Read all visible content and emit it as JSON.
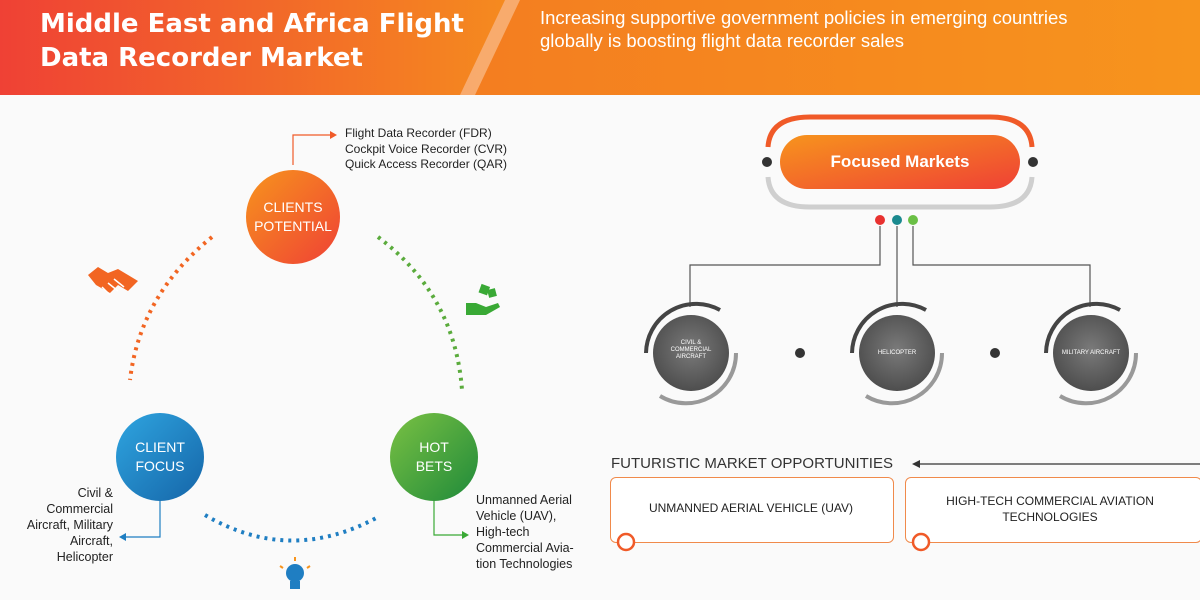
{
  "header": {
    "title_line1": "Middle East and Africa Flight",
    "title_line2": "Data Recorder Market",
    "subtitle_line1": "Increasing supportive government policies in emerging countries",
    "subtitle_line2": "globally is boosting flight data recorder sales"
  },
  "cycle": {
    "clients_potential": "CLIENTS\nPOTENTIAL",
    "client_focus": "CLIENT\nFOCUS",
    "hot_bets": "HOT\nBETS",
    "recorder_types": [
      "Flight Data Recorder (FDR)",
      "Cockpit Voice Recorder (CVR)",
      "Quick Access Recorder (QAR)"
    ],
    "client_focus_details": "Civil &\nCommercial\nAircraft, Military\nAircraft,\nHelicopter",
    "hot_bets_details": "Unmanned Aerial\nVehicle (UAV),\nHigh-tech\nCommercial Avia-\ntion Technologies"
  },
  "focused_markets": {
    "title": "Focused Markets",
    "markets": [
      "CIVIL &\nCOMMERCIAL\nAIRCRAFT",
      "HELICOPTER",
      "MILITARY AIRCRAFT"
    ]
  },
  "opportunities": {
    "title": "FUTURISTIC MARKET OPPORTUNITIES",
    "items": [
      "UNMANNED AERIAL VEHICLE (UAV)",
      "HIGH-TECH COMMERCIAL AVIATION\nTECHNOLOGIES"
    ]
  },
  "colors": {
    "orange": "#f05a28",
    "orange_light": "#f7941d",
    "blue": "#1f7ec2",
    "green": "#39a935",
    "grey": "#5a5a5a"
  },
  "icons": [
    "handshake-icon",
    "money-hand-icon",
    "lightbulb-icon"
  ]
}
